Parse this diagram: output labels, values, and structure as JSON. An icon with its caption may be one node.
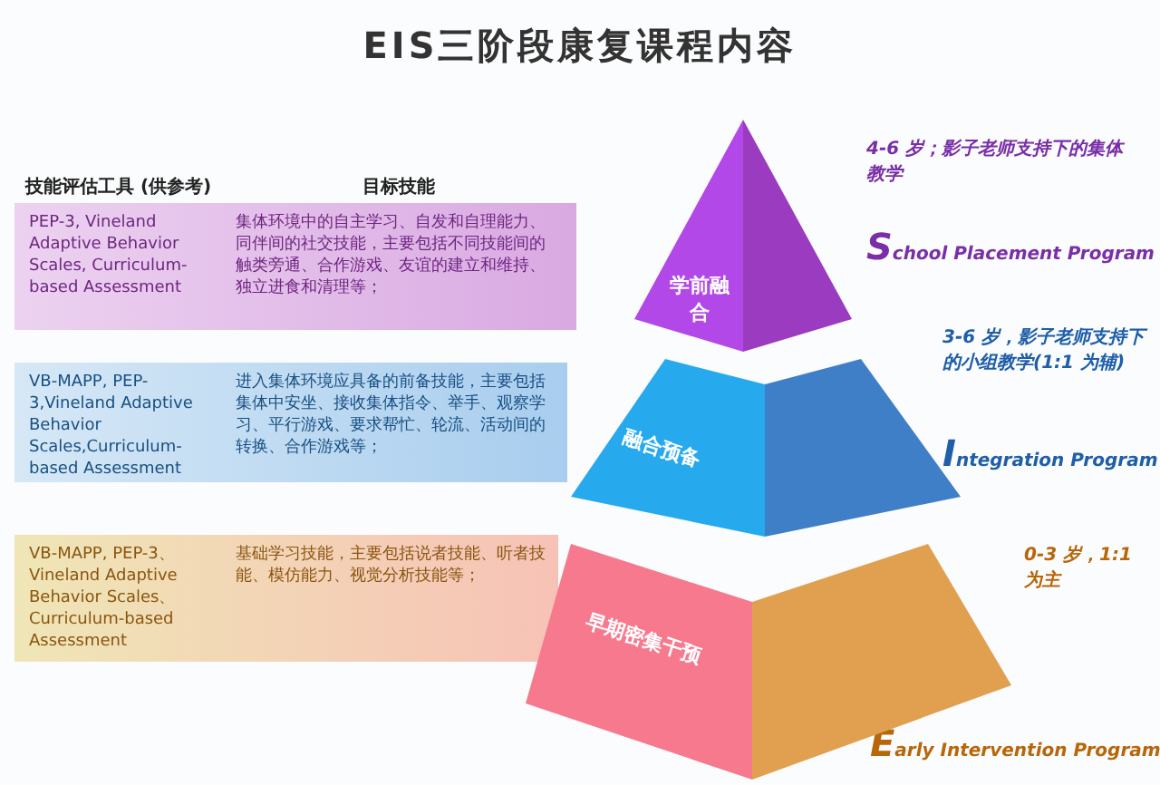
{
  "diagram": {
    "title": "EIS三阶段康复课程内容",
    "nodes": [
      {
        "text": [
          "PEP-3, Vineland Adaptive Behavior Scales, Curriculum-based Assessment",
          "集体环境中的自主学习、自发和自理能力、同伴间的社交技能，主要包括不同技能间的触类旁通、合作游戏、友谊的建立和维持、独立进食和清理等；"
        ]
      },
      {
        "text": [
          "学前融合"
        ],
        "beside": [
          "4-6 岁；影子老师支持下的集体教学",
          "School Placement Program"
        ]
      },
      {
        "text": [
          "VB-MAPP, PEP-3,Vineland Adaptive Behavior Scales,Curriculum-based Assessment",
          "进入集体环境应具备的前备技能，主要包括集体中安坐、接收集体指令、举手、观察学习、平行游戏、要求帮忙、轮流、活动间的转换、合作游戏等；"
        ]
      },
      {
        "text": [
          "融合预备"
        ],
        "beside": [
          "3-6 岁，影子老师支持下的小组教学(1:1 为辅)",
          "Integration Program"
        ]
      },
      {
        "text": [
          "VB-MAPP, PEP-3、Vineland Adaptive Behavior Scales、Curriculum-based Assessment",
          "基础学习技能，主要包括说者技能、听者技能、模仿能力、视觉分析技能等；"
        ]
      },
      {
        "text": [
          "早期密集干预"
        ],
        "beside": [
          "0-3 岁，1:1 为主",
          "Early Intervention Program"
        ]
      }
    ],
    "labels": [
      "技能评估工具 (供参考)",
      "目标技能"
    ]
  }
}
